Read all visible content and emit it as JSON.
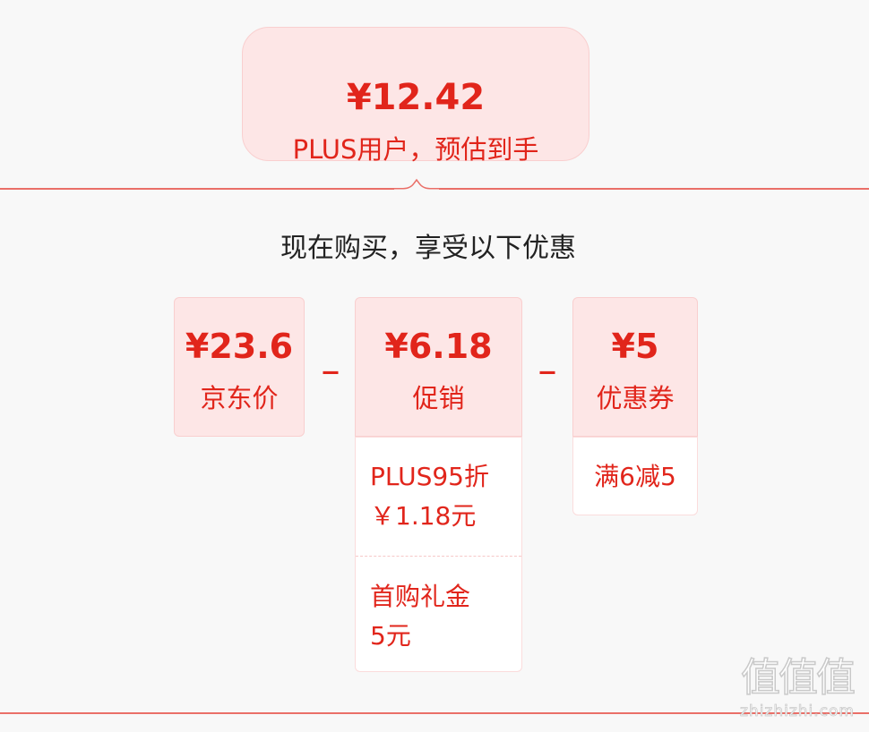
{
  "summary": {
    "final_price": "¥12.42",
    "final_label": "PLUS用户，预估到手"
  },
  "heading": "现在购买，享受以下优惠",
  "breakdown": {
    "jd_price": {
      "amount": "¥23.6",
      "label": "京东价"
    },
    "operator_1": "_",
    "promotion": {
      "amount": "¥6.18",
      "label": "促销",
      "details": [
        {
          "title": "PLUS95折",
          "value": "￥1.18元"
        },
        {
          "title": "首购礼金",
          "value": "5元"
        }
      ]
    },
    "operator_2": "_",
    "coupon": {
      "amount": "¥5",
      "label": "优惠券",
      "details": [
        {
          "title": "满6减5"
        }
      ]
    }
  },
  "watermark": {
    "glyphs": "值值值",
    "site": "zhizhizhi.com"
  },
  "colors": {
    "accent": "#e1251b",
    "card_bg": "#fde6e6",
    "card_border": "#f9cfcf",
    "divider": "#ea6f68",
    "page_bg": "#f8f8f8",
    "heading_text": "#222222"
  }
}
